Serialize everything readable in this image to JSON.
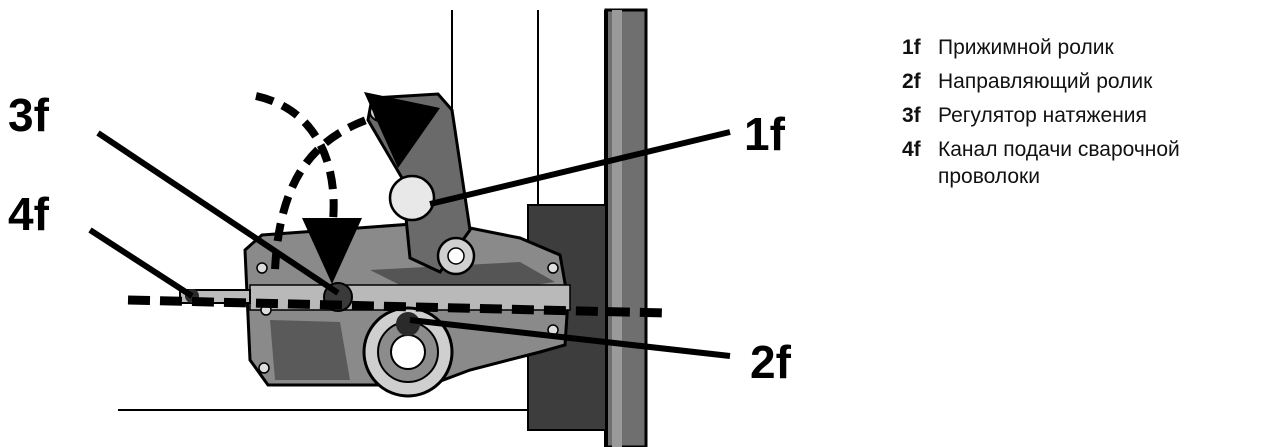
{
  "callouts": {
    "c1": "1f",
    "c2": "2f",
    "c3": "3f",
    "c4": "4f"
  },
  "legend": [
    {
      "code": "1f",
      "text": "Прижимной ролик"
    },
    {
      "code": "2f",
      "text": "Направляющий ролик"
    },
    {
      "code": "3f",
      "text": "Регулятор натяжения"
    },
    {
      "code": "4f",
      "text": "Канал подачи сварочной проволоки"
    }
  ]
}
